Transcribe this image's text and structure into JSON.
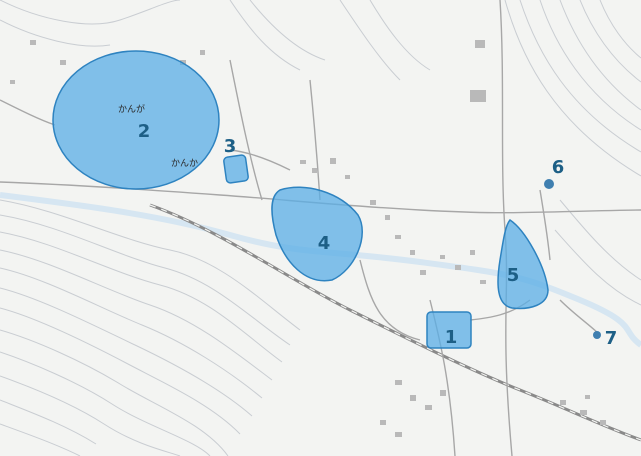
{
  "map": {
    "zone_fill": "#5aaee6",
    "zone_stroke": "#2e83c0",
    "label_color": "#1d5f86",
    "zones": [
      {
        "label": "1"
      },
      {
        "label": "2"
      },
      {
        "label": "3"
      },
      {
        "label": "4"
      },
      {
        "label": "5"
      },
      {
        "label": "6"
      },
      {
        "label": "7"
      }
    ],
    "annotations": [
      "かんが",
      "かんか"
    ]
  }
}
